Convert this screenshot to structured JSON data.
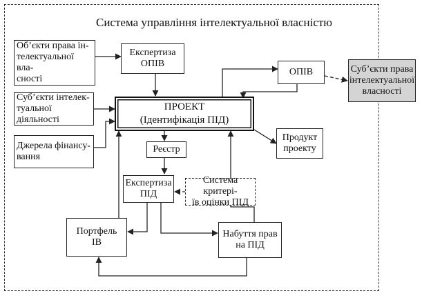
{
  "diagram": {
    "title": "Система управління інтелектуальної власністю",
    "nodes": {
      "objects": "Об’єкти права ін-\nтелектуальної вла-\nсності",
      "subjects_activity": "Суб’єкти інтелек-\nтуальної діяльності",
      "funding": "Джерела фінансу-\nвання",
      "expertise_top": "Експертиза\nОПІВ",
      "project": "ПРОЕКТ\n(Ідентифікація ПІД)",
      "registry": "Реєстр",
      "expertise_pid": "Експертиза\nПІД",
      "criteria": "Система критері-\nїв оцінки ПІД",
      "portfolio": "Портфель\nІВ",
      "acquisition": "Набуття прав\nна ПІД",
      "opiv": "ОПІВ",
      "product": "Продукт\nпроекту",
      "subjects_rights": "Суб’єкти права\nінтелектуальної\nвласності"
    },
    "colors": {
      "line": "#222222",
      "shaded_box": "#d4d4d4"
    }
  }
}
